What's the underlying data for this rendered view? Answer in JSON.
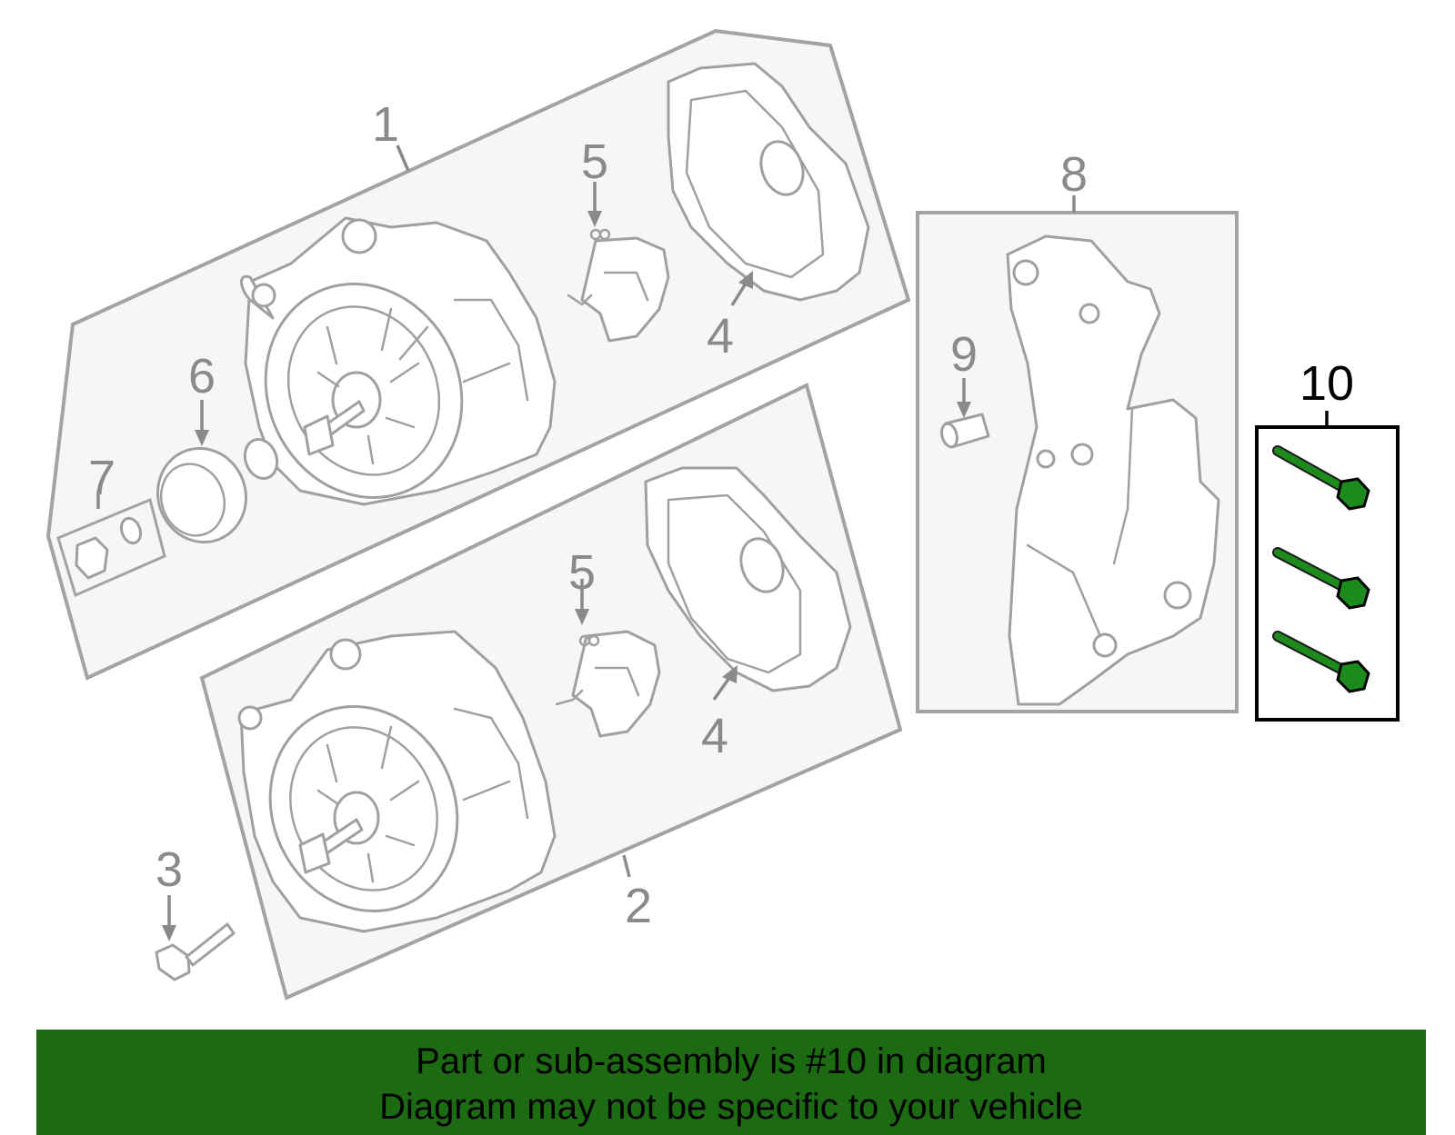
{
  "callouts": {
    "c1": "1",
    "c2": "2",
    "c3": "3",
    "c4a": "4",
    "c4b": "4",
    "c5a": "5",
    "c5b": "5",
    "c6": "6",
    "c7": "7",
    "c8": "8",
    "c9": "9",
    "c10": "10"
  },
  "banner": {
    "line1": "Part or sub-assembly is #10 in diagram",
    "line2": "Diagram may not be specific to your vehicle"
  },
  "colors": {
    "banner_bg": "#1c6b12",
    "highlight_part": "#1c8a1c",
    "line_gray": "#a0a0a0",
    "panel_fill": "#f6f6f6"
  }
}
